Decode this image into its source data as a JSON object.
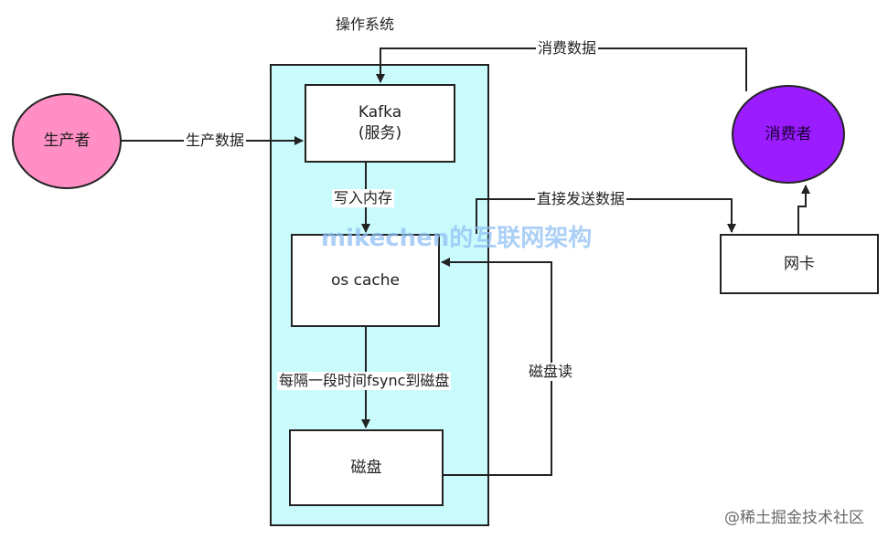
{
  "colors": {
    "os_fill": "#c9fbfd",
    "producer_fill": "#ff8fc4",
    "consumer_fill": "#9a1cff",
    "line": "#222222",
    "watermark": "#8fc0f4",
    "footer": "#6a6a6a"
  },
  "diagram": {
    "os_label": "操作系统",
    "producer": "生产者",
    "consumer": "消费者",
    "kafka_line1": "Kafka",
    "kafka_line2": "(服务)",
    "os_cache": "os cache",
    "disk": "磁盘",
    "nic": "网卡",
    "edge_produce": "生产数据",
    "edge_consume": "消费数据",
    "edge_write_memory": "写入内存",
    "edge_fsync": "每隔一段时间fsync到磁盘",
    "edge_disk_read": "磁盘读",
    "edge_send_direct": "直接发送数据"
  },
  "watermark": "mikechen的互联网架构",
  "footer": "@稀土掘金技术社区"
}
